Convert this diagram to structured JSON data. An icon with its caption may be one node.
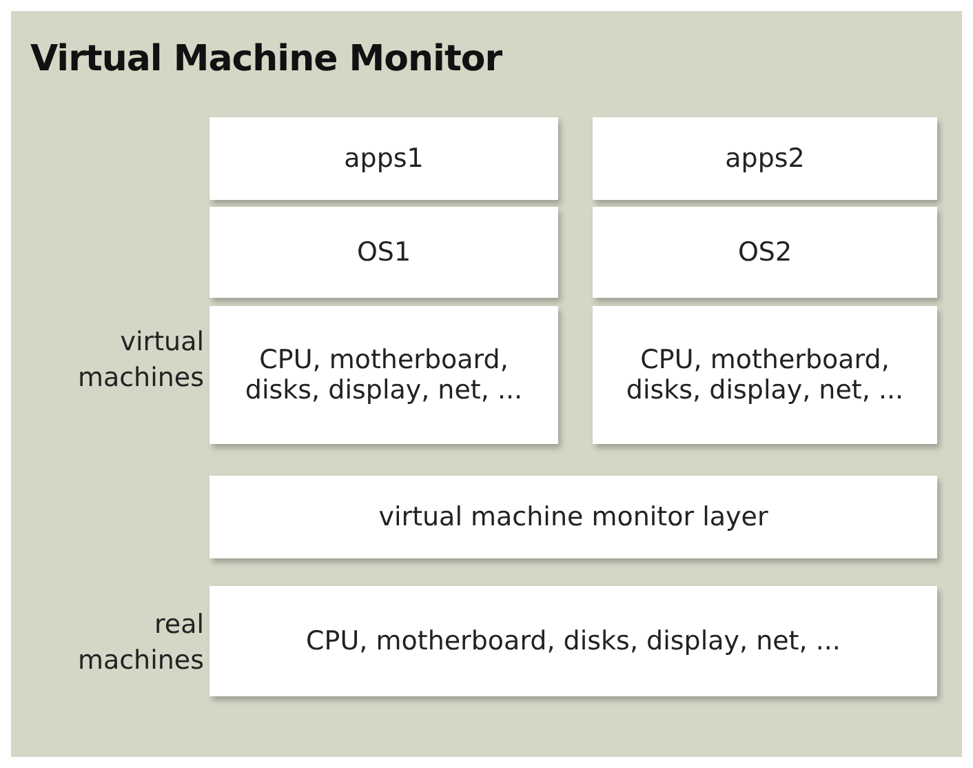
{
  "diagram": {
    "title": "Virtual Machine Monitor",
    "nodes": [
      {
        "text": [
          "apps1"
        ]
      },
      {
        "text": [
          "OS1"
        ]
      },
      {
        "text": [
          "CPU, motherboard, disks, display, net, ..."
        ]
      },
      {
        "text": [
          "apps2"
        ]
      },
      {
        "text": [
          "OS2"
        ]
      },
      {
        "text": [
          "CPU, motherboard, disks, display, net, ..."
        ]
      },
      {
        "text": [
          "virtual machine monitor layer"
        ]
      },
      {
        "text": [
          "CPU, motherboard, disks, display, net, ..."
        ]
      }
    ],
    "labels": [
      "virtual machines",
      "real machines"
    ]
  }
}
